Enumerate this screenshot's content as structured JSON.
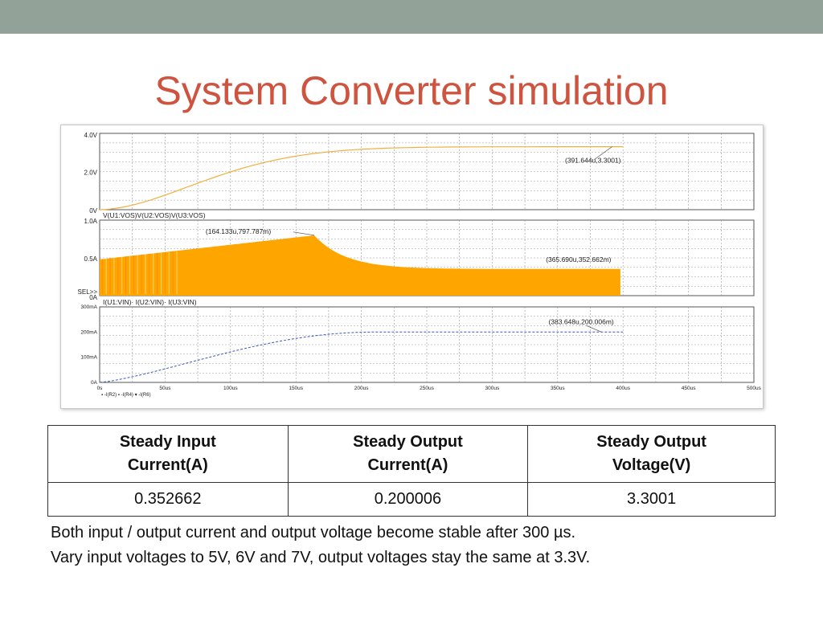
{
  "slide": {
    "title": "System Converter simulation",
    "accent_bar_color": "#93a299",
    "title_color": "#cf543f"
  },
  "figure": {
    "panels": [
      {
        "id": "voltage",
        "y_ticks": [
          "4.0V",
          "2.0V",
          "0V"
        ],
        "legend": "V(U1:VOS)V(U2:VOS)V(U3:VOS)",
        "cursor_label": "(391.644u,3.3001)"
      },
      {
        "id": "input-current",
        "y_ticks": [
          "1.0A",
          "0.5A",
          "0A"
        ],
        "sel_label": "SEL>>",
        "legend": "I(U1:VIN)· I(U2:VIN)· I(U3:VIN)",
        "cursor_labels": [
          "(164.133u,797.787m)",
          "(365.690u,352.662m)"
        ]
      },
      {
        "id": "output-current",
        "y_ticks": [
          "300mA",
          "200mA",
          "100mA",
          "0A"
        ],
        "cursor_label": "(383.648u,200.006m)"
      }
    ],
    "x_ticks": [
      "0s",
      "50us",
      "100us",
      "150us",
      "200us",
      "250us",
      "300us",
      "350us",
      "400us",
      "450us",
      "500us"
    ],
    "bottom_legend": "▪ -I(R2)  ▪ -I(R4)  ▾ -I(R6)",
    "colors": {
      "voltage_trace": "#f0b040",
      "input_current_fill": "#ffa500",
      "output_current_trace": "#3a5ab8",
      "grid": "#9a9a9a"
    }
  },
  "table": {
    "headers": [
      [
        "Steady Input",
        "Current(A)"
      ],
      [
        "Steady Output",
        "Current(A)"
      ],
      [
        "Steady Output",
        "Voltage(V)"
      ]
    ],
    "row": [
      "0.352662",
      "0.200006",
      "3.3001"
    ]
  },
  "notes": [
    "Both input / output current and output voltage become stable after 300 µs.",
    "Vary input voltages to 5V, 6V and 7V, output voltages stay the same at 3.3V."
  ]
}
